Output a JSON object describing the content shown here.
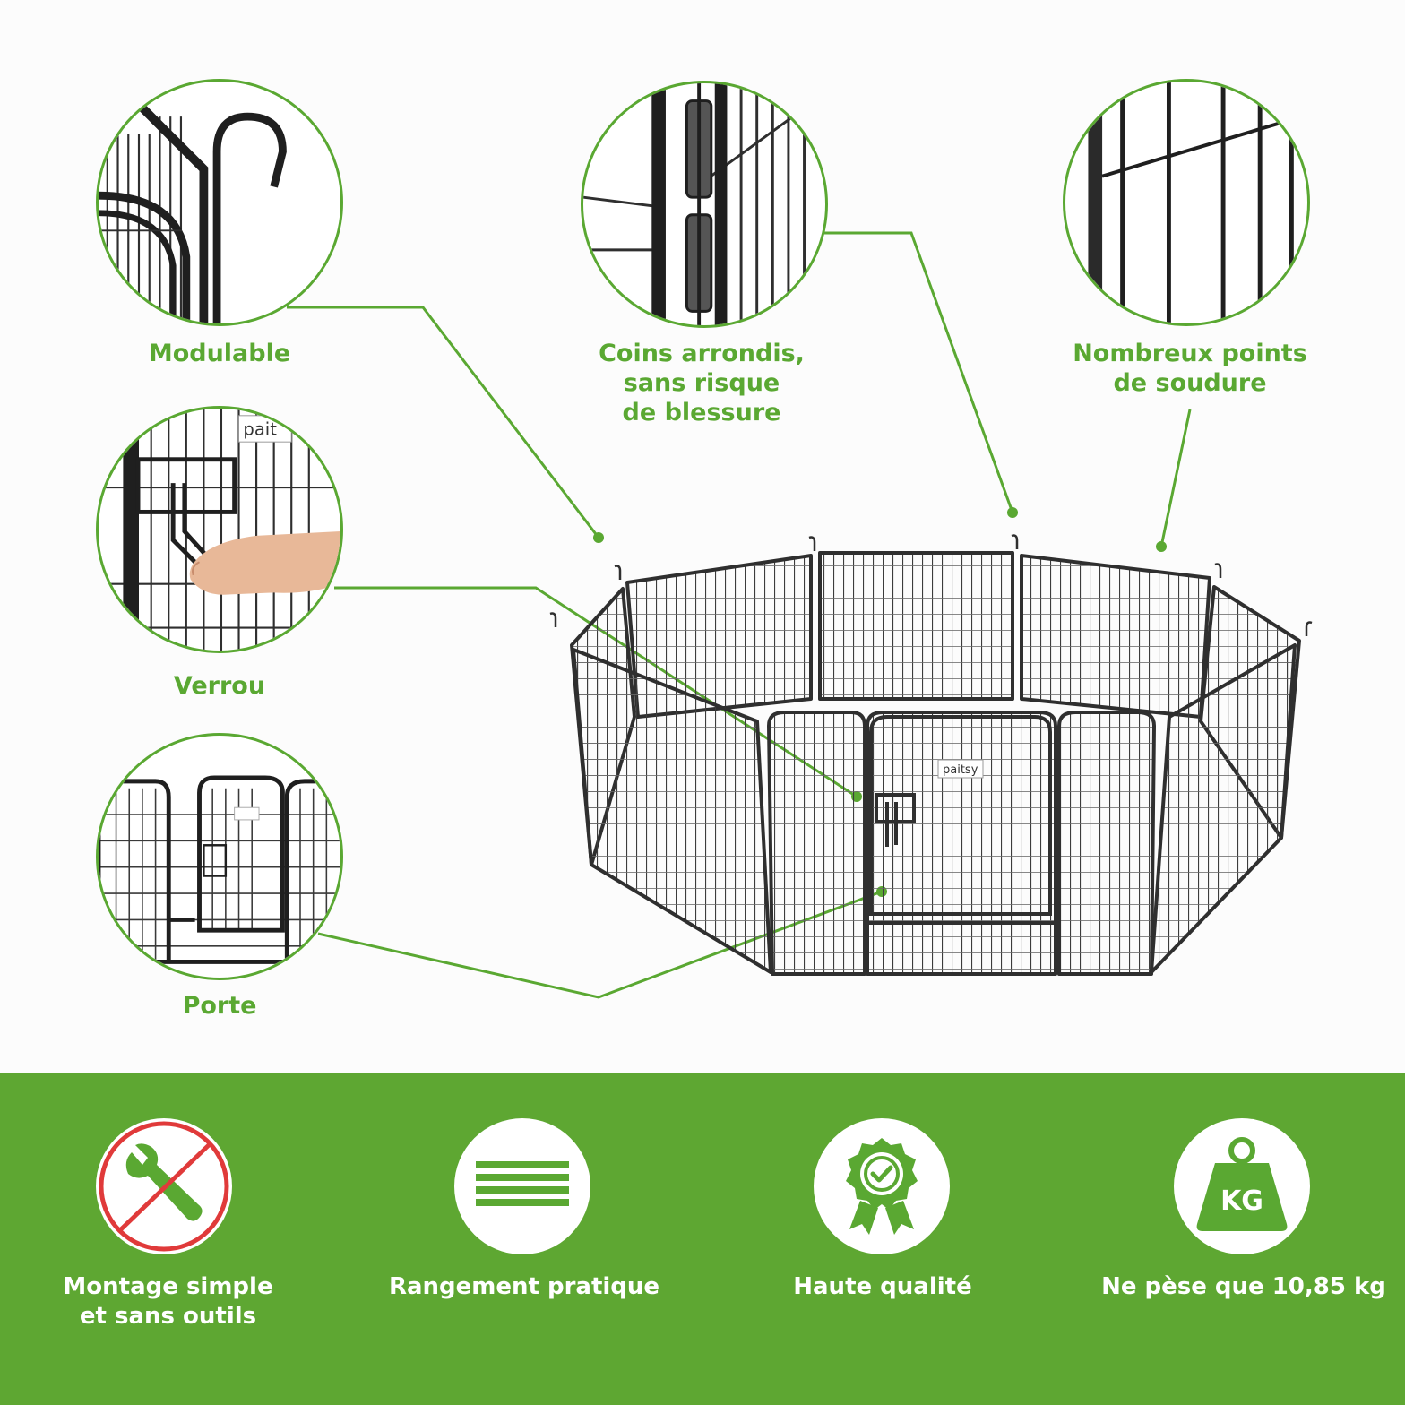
{
  "colors": {
    "accent": "#5aa832",
    "band_background": "#5ea732",
    "band_text": "#ffffff",
    "line": "#5aa832",
    "metal": "#2f2f2f",
    "no_tools_stroke": "#e03a3a"
  },
  "features": [
    {
      "label": "Modulable",
      "icon": "hook-closeup"
    },
    {
      "label": "Verrou",
      "icon": "latch-closeup"
    },
    {
      "label": "Porte",
      "icon": "door-closeup"
    },
    {
      "label": "Coins arrondis,\nsans risque\nde blessure",
      "icon": "hinge-closeup"
    },
    {
      "label": "Nombreux points\nde soudure",
      "icon": "weld-closeup"
    }
  ],
  "product": {
    "brand_tag": "paitsy",
    "closeup_tag": "pait"
  },
  "benefits": [
    {
      "label": "Montage simple\net sans outils",
      "icon": "no-tools-icon"
    },
    {
      "label": "Rangement pratique",
      "icon": "flat-stack-icon"
    },
    {
      "label": "Haute qualité",
      "icon": "quality-badge-icon"
    },
    {
      "label": "Ne pèse que 10,85 kg",
      "icon": "weight-icon",
      "icon_text": "KG"
    }
  ]
}
